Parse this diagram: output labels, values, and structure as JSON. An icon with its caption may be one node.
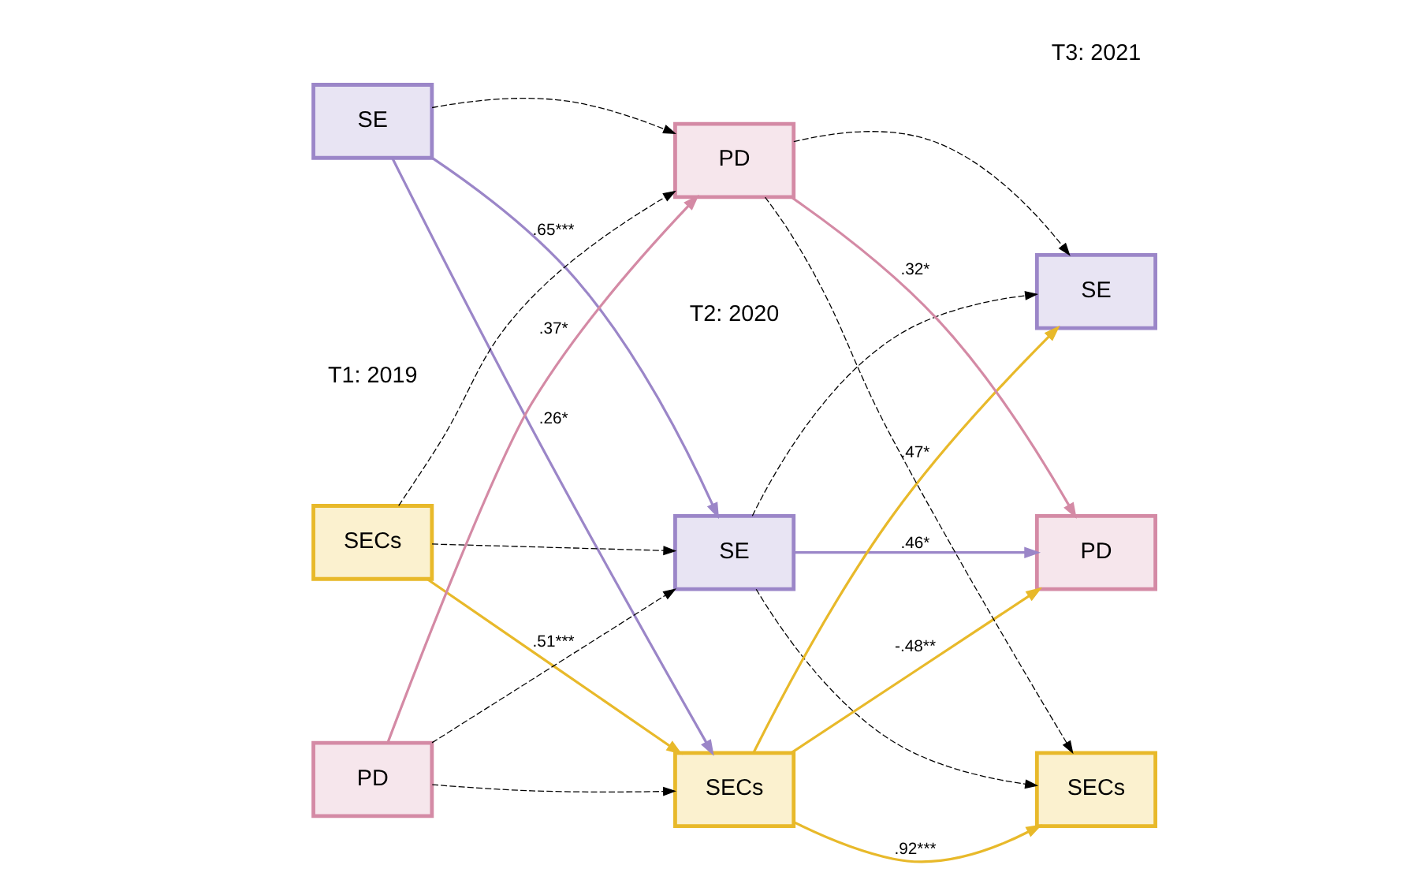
{
  "diagram": {
    "nodes": [
      {
        "text": [
          "SE"
        ]
      },
      {
        "text": [
          "SECs"
        ]
      },
      {
        "text": [
          "PD"
        ]
      },
      {
        "text": [
          "SE"
        ]
      },
      {
        "text": [
          "SECs"
        ]
      },
      {
        "text": [
          "PD"
        ]
      },
      {
        "text": [
          "SE"
        ]
      },
      {
        "text": [
          "SECs"
        ]
      },
      {
        "text": [
          "PD"
        ]
      }
    ],
    "edges": [
      {
        "from": 0,
        "to": 3,
        "arrow": "to",
        "label": ".65***",
        "color": "#9b86c8"
      },
      {
        "from": 0,
        "to": 4,
        "arrow": "to",
        "label": ".26*",
        "color": "#9b86c8"
      },
      {
        "from": 0,
        "to": 5,
        "arrow": "to",
        "style": "dashed"
      },
      {
        "from": 1,
        "to": 3,
        "arrow": "to",
        "style": "dashed"
      },
      {
        "from": 1,
        "to": 4,
        "arrow": "to",
        "label": ".51***",
        "color": "#e8b92a"
      },
      {
        "from": 1,
        "to": 5,
        "arrow": "to",
        "style": "dashed"
      },
      {
        "from": 2,
        "to": 3,
        "arrow": "to",
        "style": "dashed"
      },
      {
        "from": 2,
        "to": 4,
        "arrow": "to",
        "style": "dashed"
      },
      {
        "from": 2,
        "to": 5,
        "arrow": "to",
        "label": ".37*",
        "color": "#d48aa5"
      },
      {
        "from": 3,
        "to": 6,
        "arrow": "to",
        "style": "dashed"
      },
      {
        "from": 3,
        "to": 7,
        "arrow": "to",
        "style": "dashed"
      },
      {
        "from": 3,
        "to": 8,
        "arrow": "to",
        "label": ".46*",
        "color": "#9b86c8"
      },
      {
        "from": 4,
        "to": 6,
        "arrow": "to",
        "label": ".47*",
        "color": "#e8b92a"
      },
      {
        "from": 4,
        "to": 7,
        "arrow": "to",
        "label": ".92***",
        "color": "#e8b92a"
      },
      {
        "from": 4,
        "to": 8,
        "arrow": "to",
        "label": "-.48**",
        "color": "#e8b92a"
      },
      {
        "from": 5,
        "to": 6,
        "arrow": "to",
        "style": "dashed"
      },
      {
        "from": 5,
        "to": 7,
        "arrow": "to",
        "style": "dashed"
      },
      {
        "from": 5,
        "to": 8,
        "arrow": "to",
        "label": ".32*",
        "color": "#d48aa5"
      }
    ],
    "labels": [
      "T1: 2019",
      "T2: 2020",
      "T3: 2021"
    ]
  }
}
